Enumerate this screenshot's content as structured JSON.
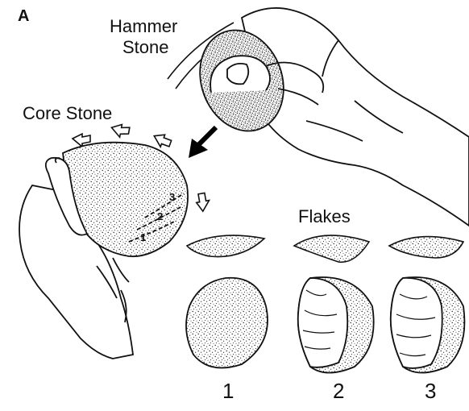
{
  "figure": {
    "panel_letter": "A",
    "labels": {
      "hammer_stone_line1": "Hammer",
      "hammer_stone_line2": "Stone",
      "core_stone": "Core Stone",
      "flakes": "Flakes"
    },
    "flake_numbers": [
      "1",
      "2",
      "3"
    ],
    "core_scar_numbers": [
      "1",
      "2",
      "3"
    ]
  }
}
